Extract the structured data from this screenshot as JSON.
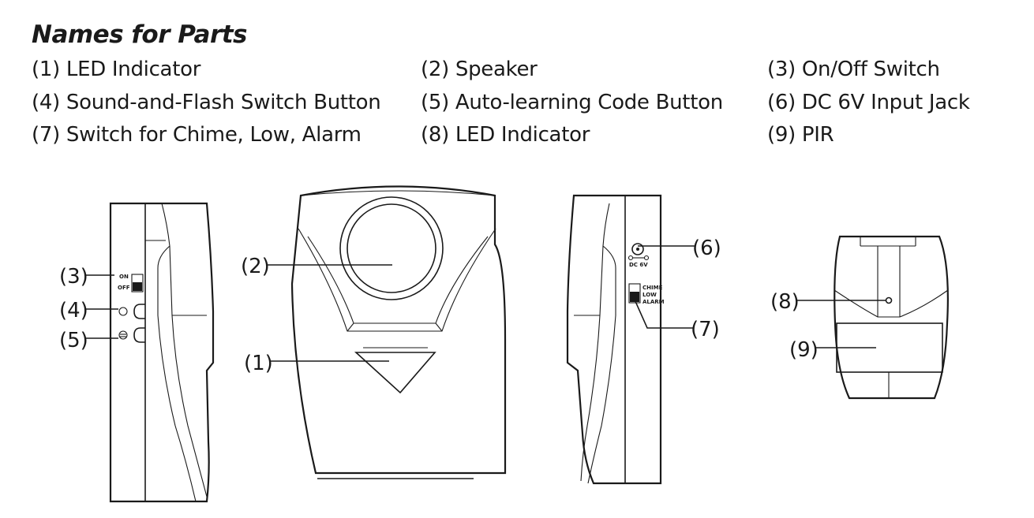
{
  "title": "Names for Parts",
  "parts": [
    {
      "label": "(1) LED Indicator"
    },
    {
      "label": "(2) Speaker"
    },
    {
      "label": "(3) On/Off Switch"
    },
    {
      "label": "(4) Sound-and-Flash Switch Button"
    },
    {
      "label": "(5) Auto-learning Code Button"
    },
    {
      "label": "(6) DC 6V Input Jack"
    },
    {
      "label": "(7) Switch for Chime, Low, Alarm"
    },
    {
      "label": "(8) LED Indicator"
    },
    {
      "label": "(9) PIR"
    }
  ],
  "callouts": {
    "c1": "(1)",
    "c2": "(2)",
    "c3": "(3)",
    "c4": "(4)",
    "c5": "(5)",
    "c6": "(6)",
    "c7": "(7)",
    "c8": "(8)",
    "c9": "(9)"
  },
  "device_labels": {
    "on": "ON",
    "off": "OFF",
    "dc": "DC 6V",
    "chime": "CHIME",
    "low": "LOW",
    "alarm": "ALARM"
  }
}
